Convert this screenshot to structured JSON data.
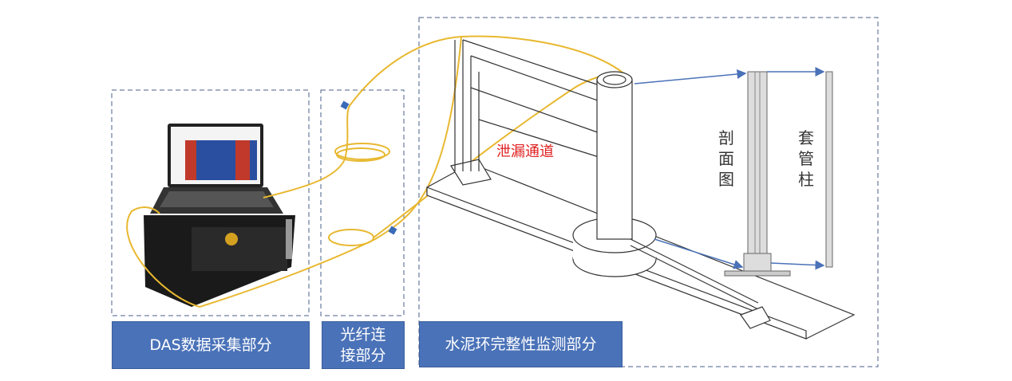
{
  "sections": {
    "das": "DAS数据采集部分",
    "fiber": "光纤连接部分",
    "cement": "水泥环完整性监测部分"
  },
  "annotations": {
    "leak_channel": "泄漏通道",
    "cross_section": "剖面图",
    "casing": "套管柱"
  },
  "colors": {
    "label_bg": "#4a72b8",
    "fiber": "#e8b830",
    "dash_border": "#4a5f8a",
    "arrow": "#4a72b8",
    "leak_text": "#e02020"
  }
}
